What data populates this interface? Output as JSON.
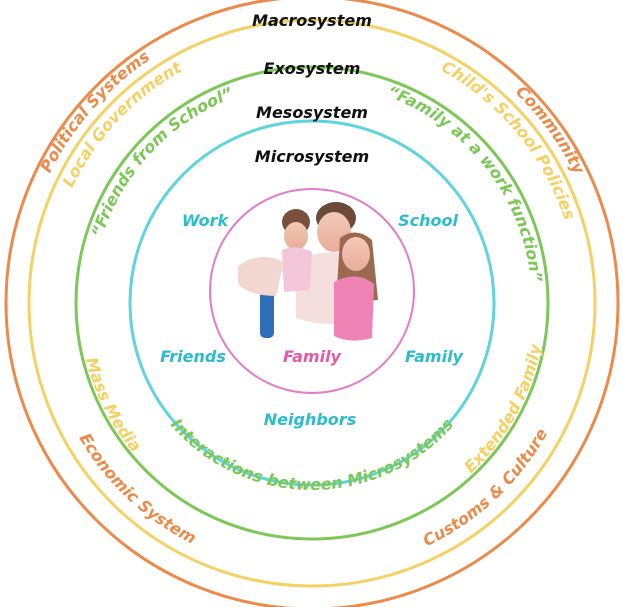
{
  "colors": {
    "macro": "#ec8a4a",
    "exo": "#f5d063",
    "meso": "#7bc856",
    "micro": "#5fd4de",
    "center": "#e27ec9",
    "micro_text": "#2cbccd",
    "center_text": "#e35aa8",
    "level_text": "#111111"
  },
  "levels": {
    "macrosystem": "Macrosystem",
    "exosystem": "Exosystem",
    "mesosystem": "Mesosystem",
    "microsystem": "Microsystem"
  },
  "macro_items": {
    "political": "Political Systems",
    "community": "Community",
    "economic": "Economic System",
    "customs": "Customs & Culture"
  },
  "exo_items": {
    "local_government": "Local Government",
    "school_policies": "Child's School Policies",
    "mass_media": "Mass Media",
    "extended_family": "Extended Family"
  },
  "meso_items": {
    "friends_from_school": "“Friends from School”",
    "family_work": "“Family at a work function”",
    "interactions": "Interactions between Microsystems"
  },
  "micro_items": {
    "work": "Work",
    "school": "School",
    "friends": "Friends",
    "family_right": "Family",
    "neighbors": "Neighbors"
  },
  "center": {
    "label": "Family",
    "illustration": "family-illustration"
  }
}
